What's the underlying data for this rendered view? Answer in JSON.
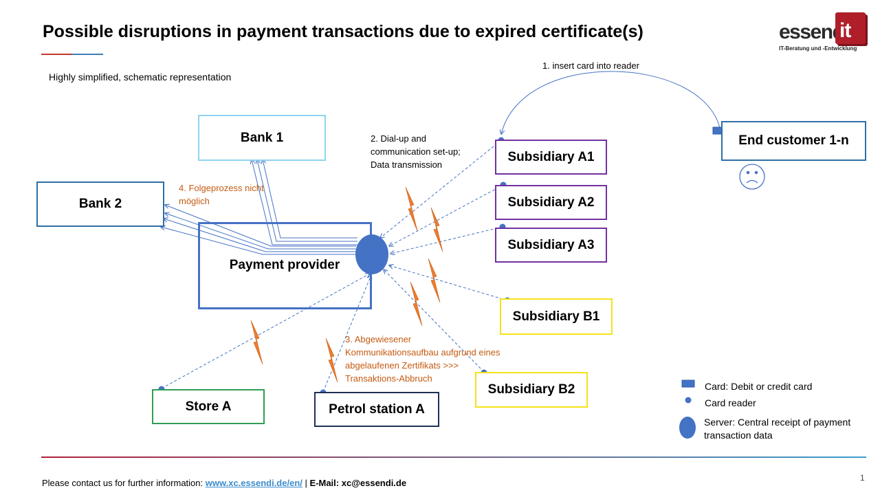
{
  "title": "Possible disruptions in payment transactions due to expired certificate(s)",
  "subtitle": "Highly simplified, schematic representation",
  "logo": {
    "word": "essendi",
    "it": "it",
    "tagline": "IT-Beratung und -Entwicklung"
  },
  "nodes": {
    "bank1": "Bank 1",
    "bank2": "Bank 2",
    "payment_provider": "Payment provider",
    "subsidiary_a1": "Subsidiary A1",
    "subsidiary_a2": "Subsidiary A2",
    "subsidiary_a3": "Subsidiary A3",
    "subsidiary_b1": "Subsidiary B1",
    "subsidiary_b2": "Subsidiary B2",
    "store_a": "Store A",
    "petrol_station_a": "Petrol station A",
    "end_customer": "End customer 1-n"
  },
  "steps": {
    "step1": "1. insert card into reader",
    "step2": [
      "2. Dial-up and",
      "communication  set-up;",
      "Data transmission"
    ],
    "step3": [
      "3. Abgewiesener",
      "Kommunikationsaufbau  aufgrund eines",
      "abgelaufenen Zertifikats >>>",
      "Transaktions-Abbruch"
    ],
    "step4": [
      "4. Folgeprozess nicht",
      "möglich"
    ]
  },
  "legend": {
    "card": "Card: Debit or credit card",
    "reader": "Card reader",
    "server": [
      "Server: Central receipt of payment",
      "transaction data"
    ]
  },
  "footer": {
    "prefix": "Please contact us for further information:",
    "link": "www.xc.essendi.de/en/",
    "sep": " | ",
    "email_label": "E-Mail:",
    "email": "xc@essendi.de"
  },
  "page_number": "1",
  "colors": {
    "accent_blue": "#4472c4",
    "lightning": "#ed7d31",
    "subsidiary_a": "#7030a0",
    "subsidiary_b": "#f3e21a",
    "store": "#2e9e52",
    "bank1": "#8fd3f0",
    "bank2": "#2e6fa6",
    "error_text": "#c55a11"
  },
  "icons": [
    "sad-face-icon",
    "lightning-icon",
    "card-icon",
    "card-reader-icon",
    "server-icon"
  ]
}
